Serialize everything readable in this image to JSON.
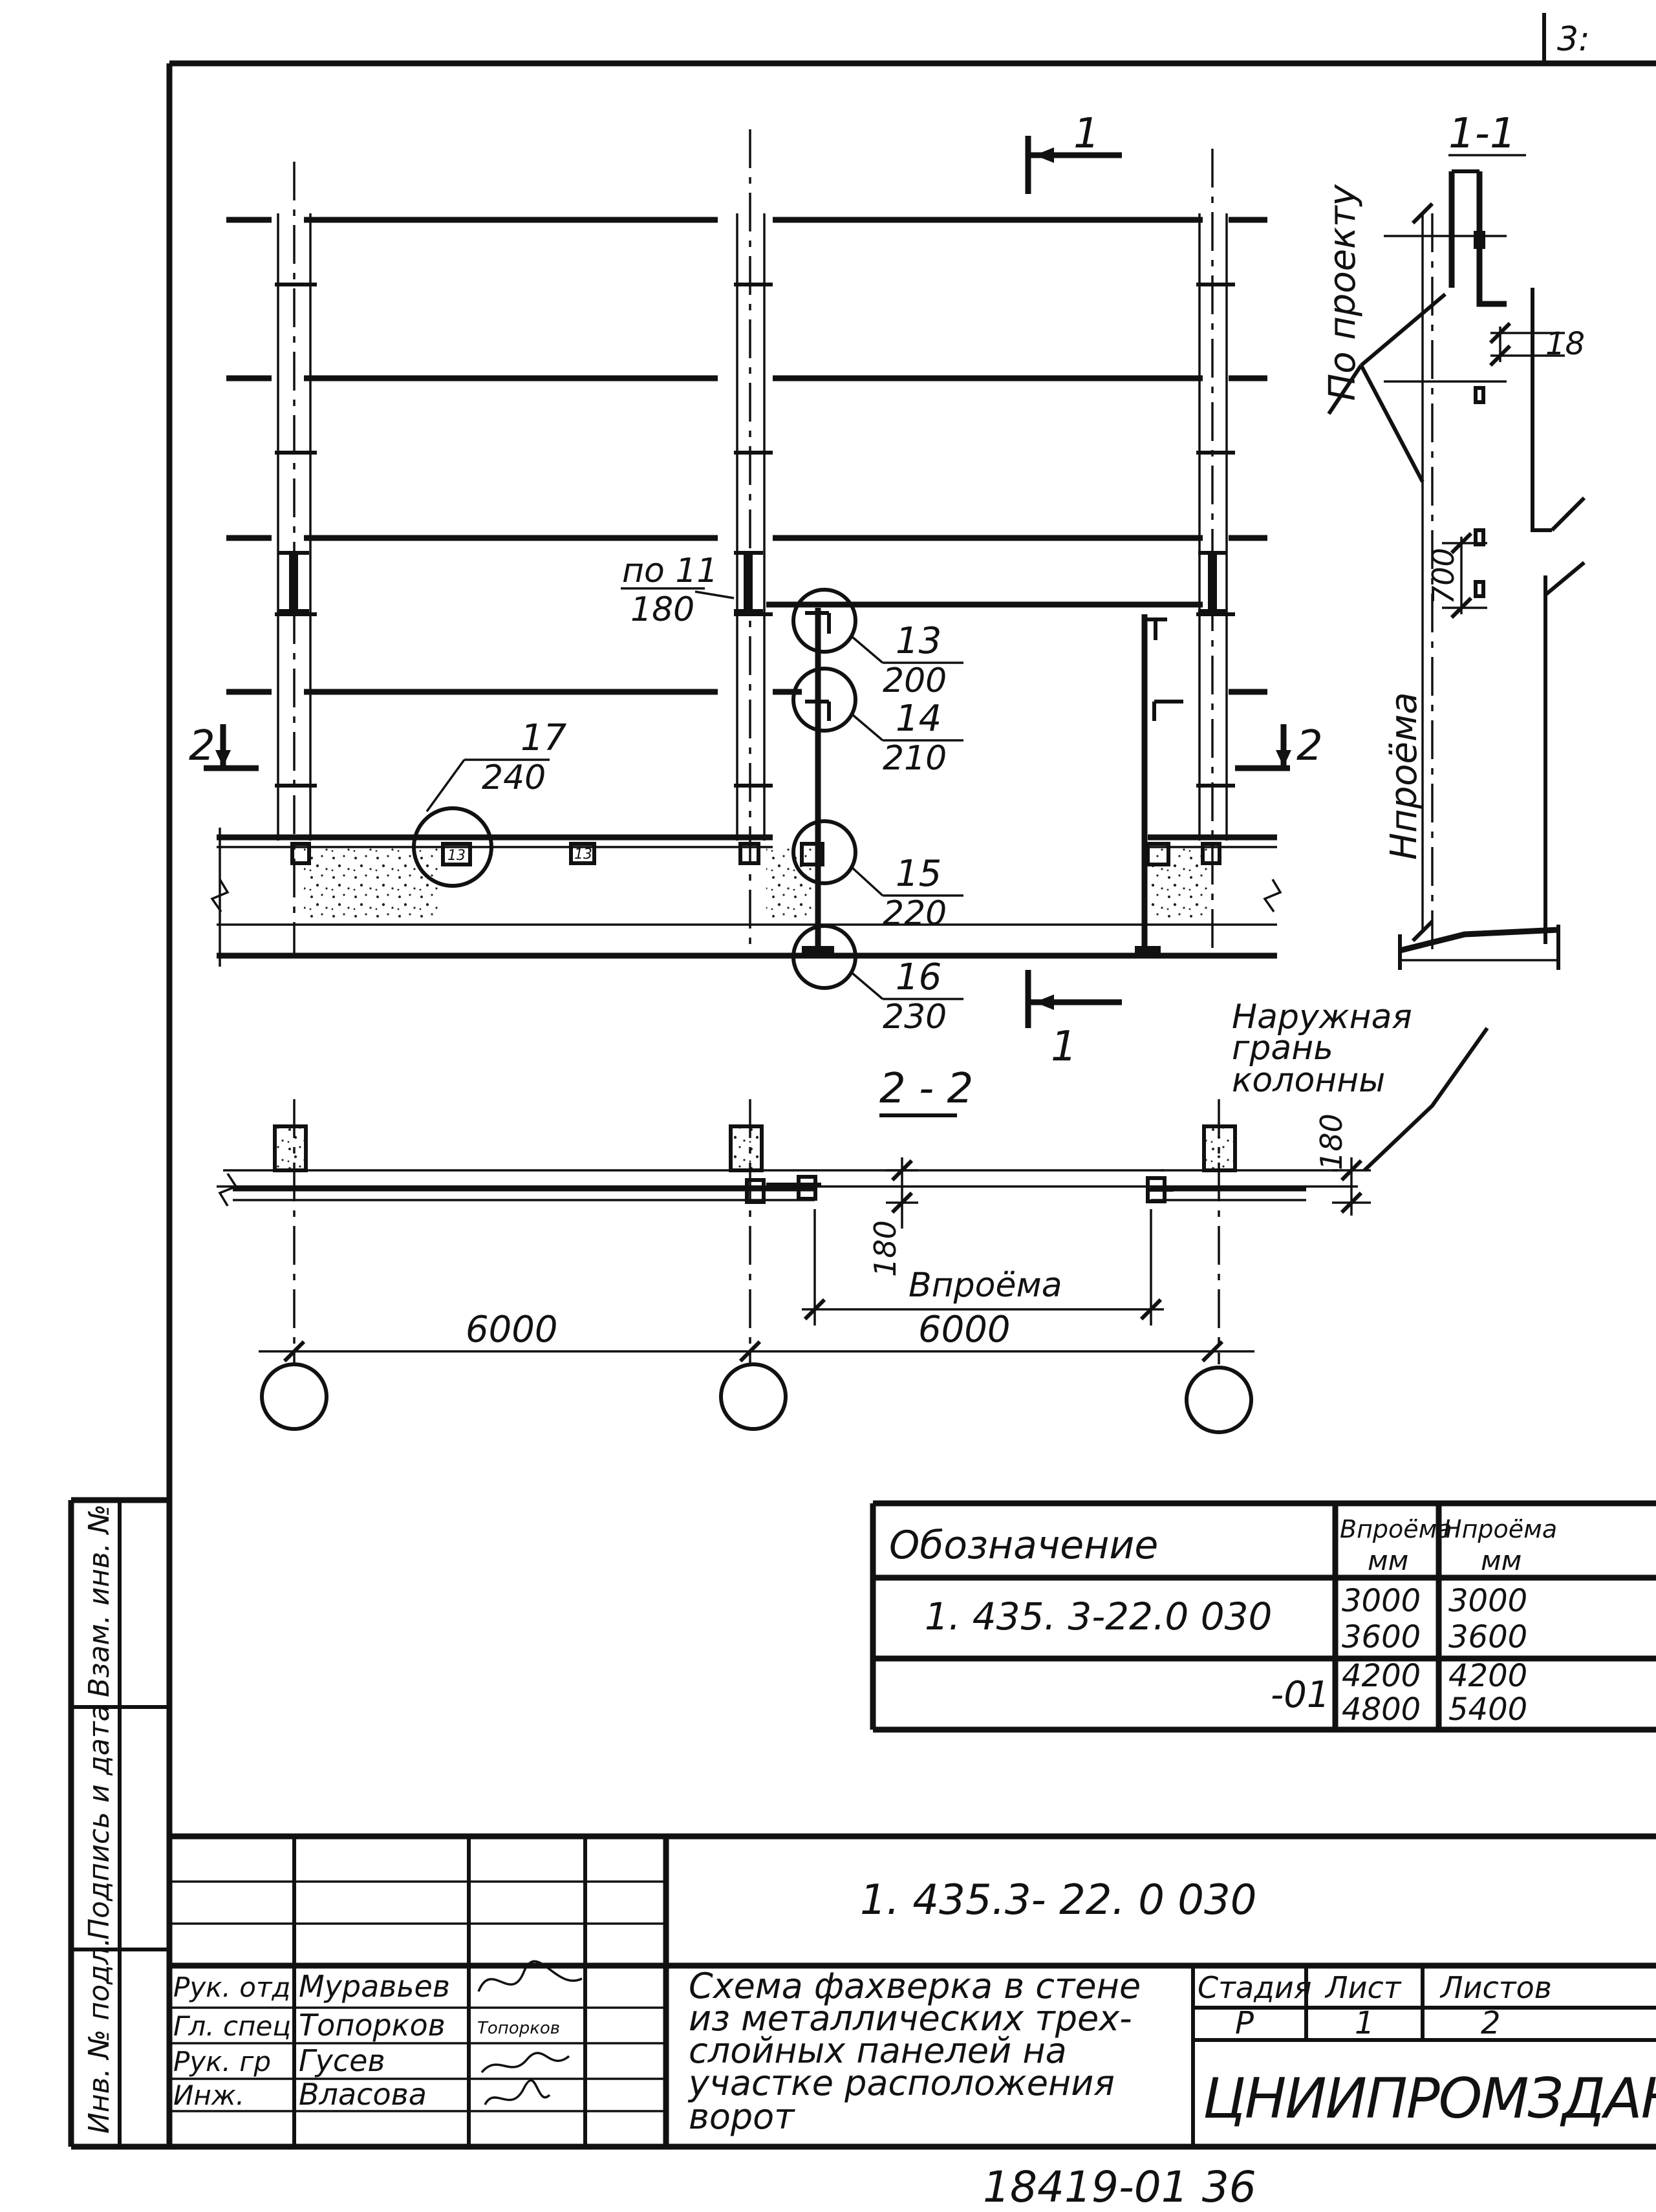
{
  "sheet": {
    "corner_number": "3:",
    "archive_number": "18419-01 36",
    "outer_tag": "ЦНИИПРОМЗДАНИЯ"
  },
  "drawing": {
    "section_marks": {
      "section_1": "1",
      "section_2": "2"
    },
    "labels": {
      "po_11": "по 11",
      "po_11_value": "180",
      "section_1_1": "1-1",
      "section_2_2": "2 - 2",
      "po_proektu": "По проекту",
      "h_proema": "Hпроёма",
      "naruzhnaya": "Наружная",
      "gran": "грань",
      "kolonny": "колонны",
      "b_proema": "Впроёма",
      "dim_700": "700",
      "dim_180_right": "180",
      "dim_180_mid": "180",
      "dim_18": "18",
      "span_left": "6000",
      "span_right": "6000"
    },
    "callouts": [
      {
        "node": "13",
        "sheet": "200"
      },
      {
        "node": "14",
        "sheet": "210"
      },
      {
        "node": "15",
        "sheet": "220"
      },
      {
        "node": "16",
        "sheet": "230"
      },
      {
        "node": "17",
        "sheet": "240"
      }
    ],
    "small_marks": [
      "13",
      "13"
    ]
  },
  "spec_table": {
    "header": {
      "designation": "Обозначение",
      "b": "Впроёма",
      "b_unit": "мм",
      "h": "Нпроёма",
      "h_unit": "мм"
    },
    "rows": [
      {
        "designation": "1. 435. 3-22.0 030",
        "b": [
          "3000",
          "3600"
        ],
        "h": [
          "3000",
          "3600"
        ]
      },
      {
        "designation": "-01",
        "b": [
          "4200",
          "4800"
        ],
        "h": [
          "4200",
          "5400"
        ]
      }
    ]
  },
  "side_stamp": {
    "cells": [
      "Инв. № подл.",
      "Подпись и дата",
      "Взам. инв. №"
    ]
  },
  "title_block": {
    "doc_code": "1. 435.3- 22. 0 030",
    "people": [
      {
        "role": "Рук. отд",
        "name": "Муравьев",
        "sign": ""
      },
      {
        "role": "Гл. спец",
        "name": "Топорков",
        "sign": "Топорков"
      },
      {
        "role": "Рук. гр",
        "name": "Гусев",
        "sign": ""
      },
      {
        "role": "Инж.",
        "name": "Власова",
        "sign": ""
      }
    ],
    "title_lines": [
      "Схема фахверка в стене",
      "из металлических трех-",
      "слойных панелей на",
      "участке расположения",
      "ворот"
    ],
    "stage_label": "Стадия",
    "sheet_label": "Лист",
    "sheets_label": "Листов",
    "stage": "Р",
    "sheet": "1",
    "sheets": "2",
    "org": "ЦНИИПРОМЗДАНИЯ"
  }
}
